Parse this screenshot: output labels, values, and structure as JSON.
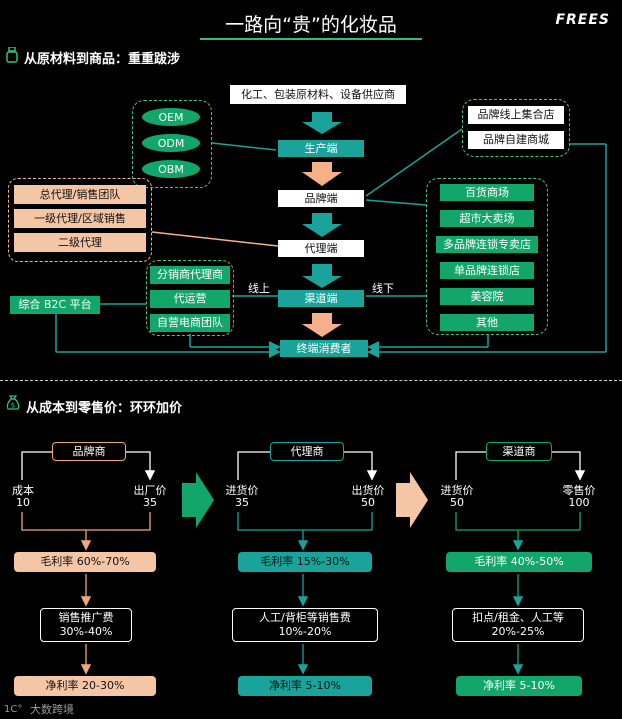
{
  "header": {
    "title": "一路向“贵”的化妆品",
    "brand": "FREES"
  },
  "section1": {
    "title": "从原材料到商品：重重跋涉"
  },
  "section2": {
    "title": "从成本到零售价：环环加价"
  },
  "oem_group": [
    "OEM",
    "ODM",
    "OBM"
  ],
  "chain": {
    "supply": "化工、包装原材料、设备供应商",
    "producer": "生产端",
    "brand": "品牌端",
    "agent": "代理端",
    "channel": "渠道端",
    "consumer": "终端消费者"
  },
  "brand_online": [
    "品牌线上集合店",
    "品牌自建商城"
  ],
  "agents": [
    "总代理/销售团队",
    "一级代理/区域销售",
    "二级代理"
  ],
  "offline_stores": [
    "百货商场",
    "超市大卖场",
    "多品牌连锁专卖店",
    "单品牌连锁店",
    "美容院",
    "其他"
  ],
  "online_ops": [
    "分销商代理商",
    "代运营",
    "自营电商团队"
  ],
  "b2c": "综合 B2C 平台",
  "online_label": "线上",
  "offline_label": "线下",
  "stages": [
    {
      "name": "品牌商",
      "in_label": "成本",
      "in_value": "10",
      "out_label": "出厂价",
      "out_value": "35",
      "margin": "毛利率 60%-70%",
      "cost": "销售推广费\n30%-40%",
      "net": "净利率 20-30%"
    },
    {
      "name": "代理商",
      "in_label": "进货价",
      "in_value": "35",
      "out_label": "出货价",
      "out_value": "50",
      "margin": "毛利率 15%-30%",
      "cost": "人工/背柜等销售费\n10%-20%",
      "net": "净利率 5-10%"
    },
    {
      "name": "渠道商",
      "in_label": "进货价",
      "in_value": "50",
      "out_label": "零售价",
      "out_value": "100",
      "margin": "毛利率 40%-50%",
      "cost": "扣点/租金、人工等\n20%-25%",
      "net": "净利率 5-10%"
    }
  ],
  "watermark": "大数跨境",
  "colors": {
    "green": "#12a66b",
    "teal": "#1aa39a",
    "peach": "#f5c6a6",
    "salmon": "#f2a77a"
  }
}
